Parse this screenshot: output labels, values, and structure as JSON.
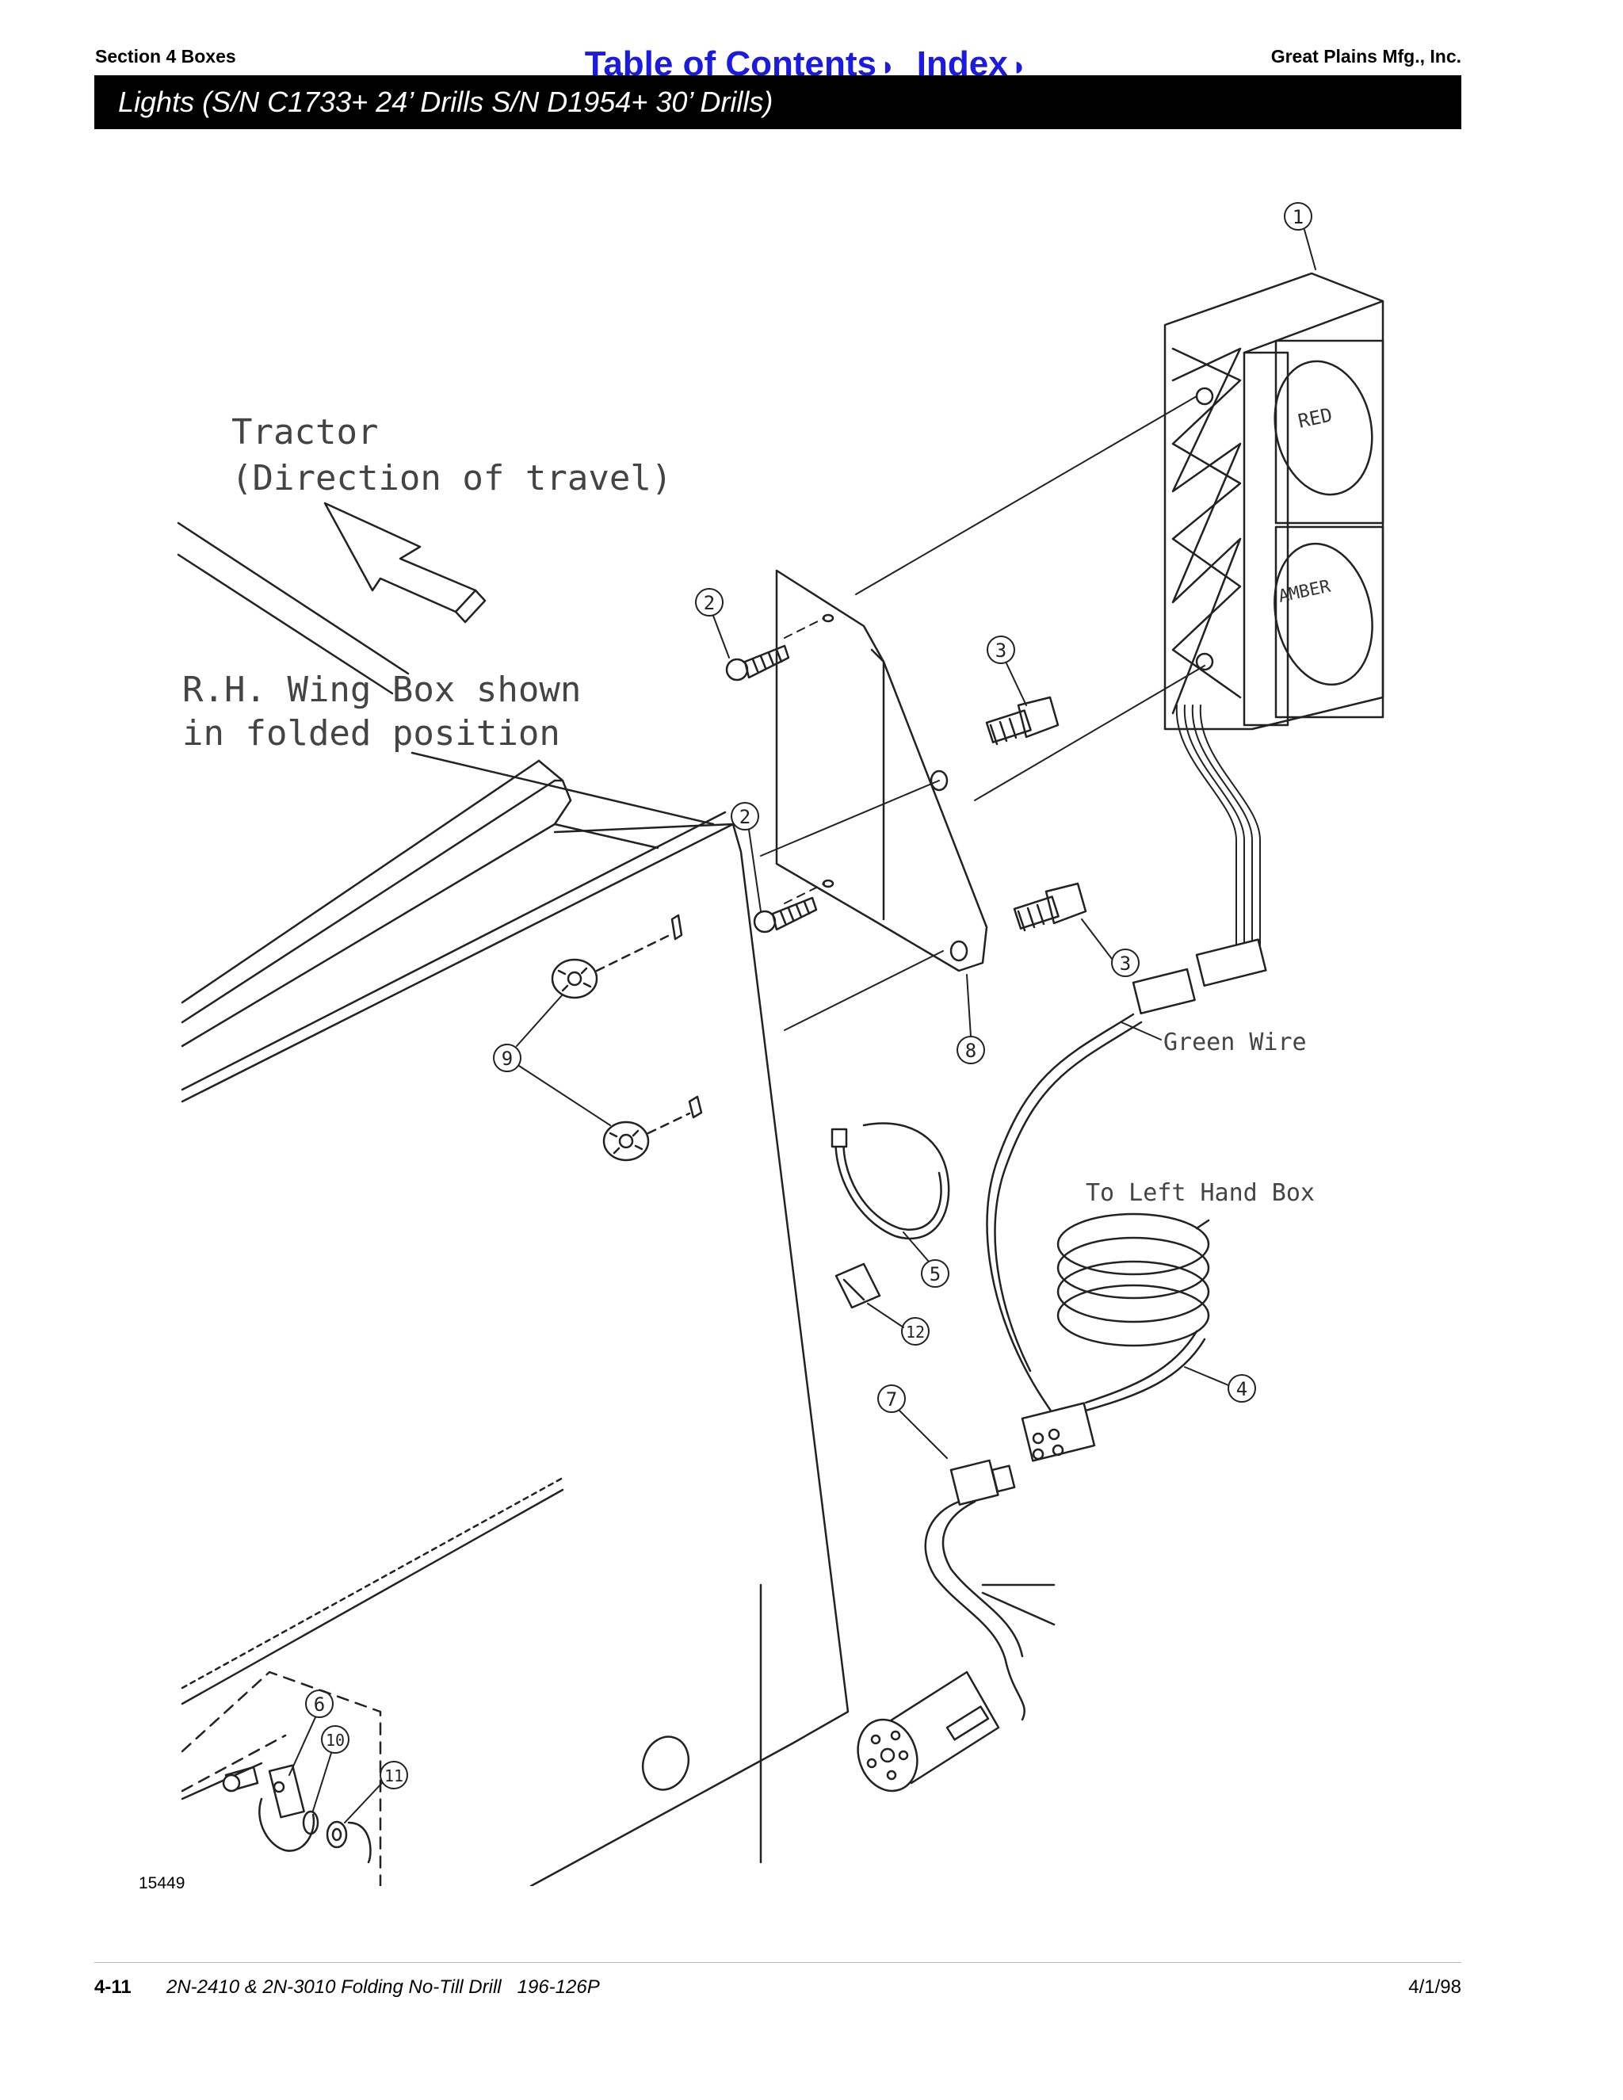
{
  "header": {
    "section": "Section 4 Boxes",
    "company": "Great Plains Mfg., Inc.",
    "toc_link": "Table of Contents",
    "index_link": "Index",
    "nav_arrow": "◗"
  },
  "title": "Lights (S/N C1733+ 24’ Drills S/N D1954+ 30’ Drills)",
  "diagram": {
    "tractor_line1": "Tractor",
    "tractor_line2": "(Direction of travel)",
    "wing_line1": "R.H. Wing Box shown",
    "wing_line2": "in folded position",
    "green_wire": "Green Wire",
    "left_box": "To Left Hand Box",
    "lens_red": "RED",
    "lens_amber": "AMBER",
    "callouts": [
      "1",
      "2",
      "2",
      "3",
      "3",
      "8",
      "9",
      "5",
      "12",
      "4",
      "7",
      "6",
      "10",
      "11"
    ],
    "figure_number": "15449"
  },
  "footer": {
    "page": "4-11",
    "description": "2N-2410 & 2N-3010 Folding No-Till Drill   196-126P",
    "date": "4/1/98"
  }
}
